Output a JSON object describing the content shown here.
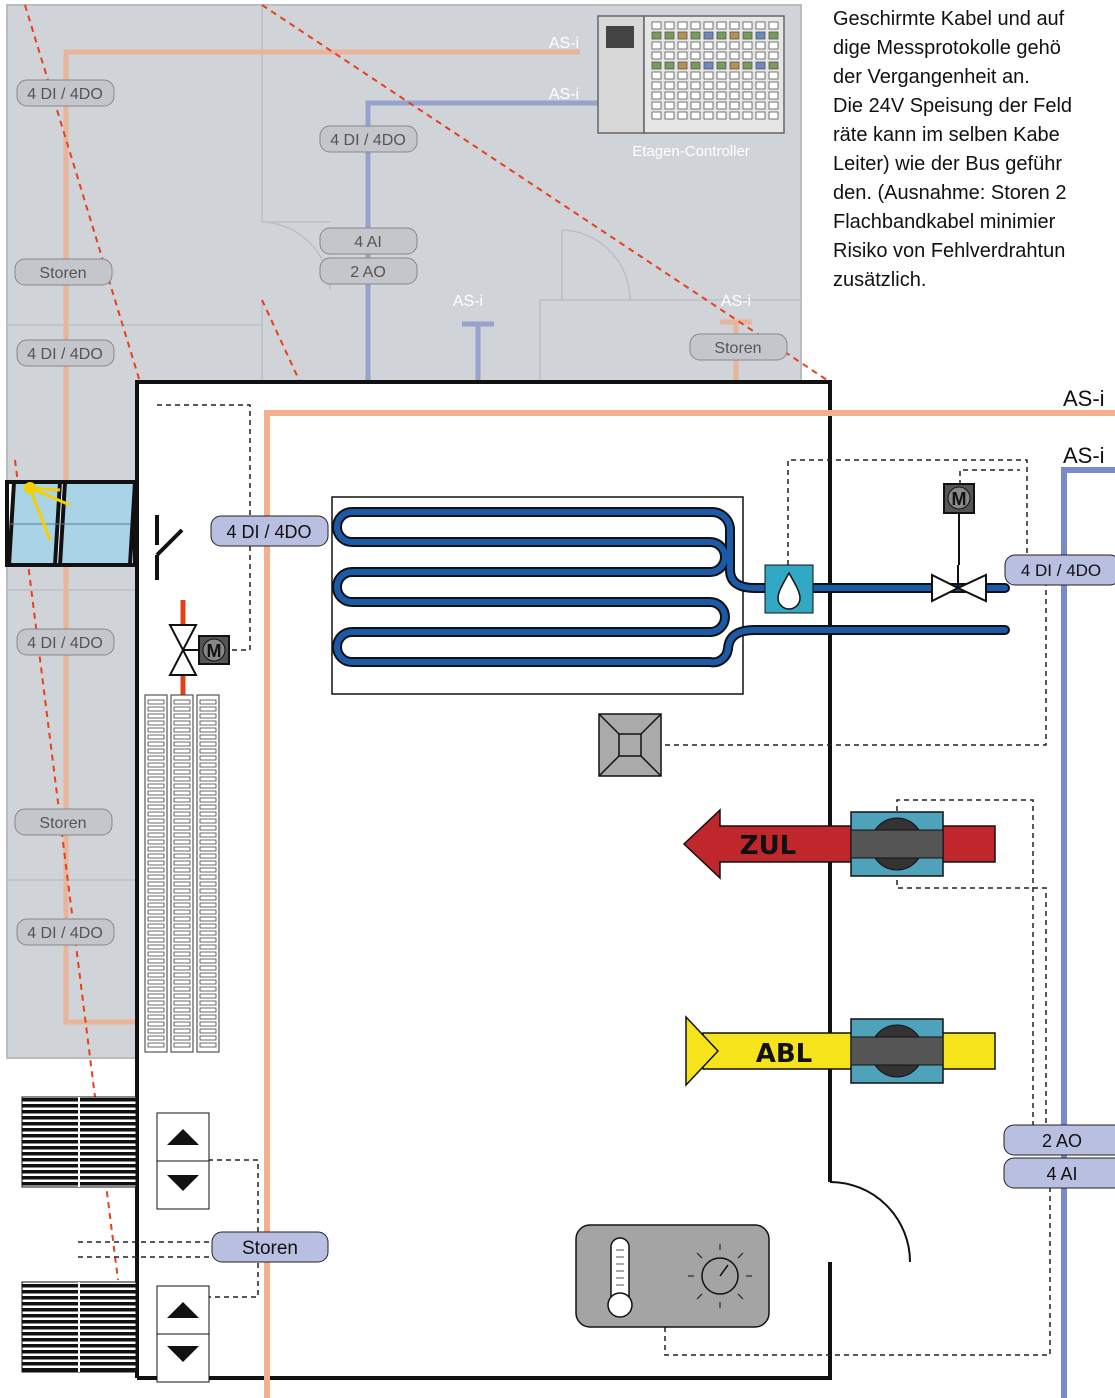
{
  "note_text": {
    "lines": [
      "Geschirmte Kabel und auf",
      "dige Messprotokolle gehö",
      "der Vergangenheit an.",
      "Die 24V Speisung der Feld",
      "räte kann im selben Kabe",
      "Leiter) wie der Bus geführ",
      "den. (Ausnahme: Storen 2",
      "Flachbandkabel minimier",
      "Risiko von Fehlverdrahtun",
      "zusätzlich."
    ]
  },
  "bus_labels": {
    "asi_top_orange": "AS-i",
    "asi_top_blue": "AS-i",
    "asi_mid1": "AS-i",
    "asi_mid2": "AS-i",
    "asi_right_orange": "AS-i",
    "asi_right_blue": "AS-i"
  },
  "controller_label": "Etagen-Controller",
  "modules": {
    "m1": "4 DI / 4DO",
    "m2": "4 DI / 4DO",
    "m3": "4 AI",
    "m4": "2 AO",
    "m5": "Storen",
    "m6": "Storen",
    "m7": "4 DI / 4DO",
    "m8": "4 DI / 4DO",
    "m9": "Storen",
    "m10": "4 DI / 4DO",
    "m11": "4 DI / 4DO",
    "m12": "4 DI / 4DO",
    "m13": "2 AO",
    "m14": "4 AI",
    "m15": "Storen"
  },
  "valve_label": "M",
  "duct_labels": {
    "supply": "ZUL",
    "exhaust": "ABL"
  },
  "colors": {
    "orange_bus": "#f4b08a",
    "blue_bus": "#8090cc",
    "module_fill": "#b8bfe0",
    "floor_plan": "#d0d3d7",
    "pipe": "#1a5aa8",
    "red_pipe": "#e0401a",
    "supply_duct": "#c0272d",
    "exhaust_duct": "#f5e41c",
    "damper": "#4ea3bb",
    "dashed_red": "#e8401a"
  },
  "icons": [
    "window-icon",
    "switch-icon",
    "valve-icon",
    "motor-icon",
    "radiator-icon",
    "ceiling-panel-icon",
    "water-sensor-icon",
    "presence-sensor-icon",
    "damper-icon",
    "thermostat-icon",
    "shutter-icon",
    "up-arrow-icon",
    "down-arrow-icon"
  ]
}
